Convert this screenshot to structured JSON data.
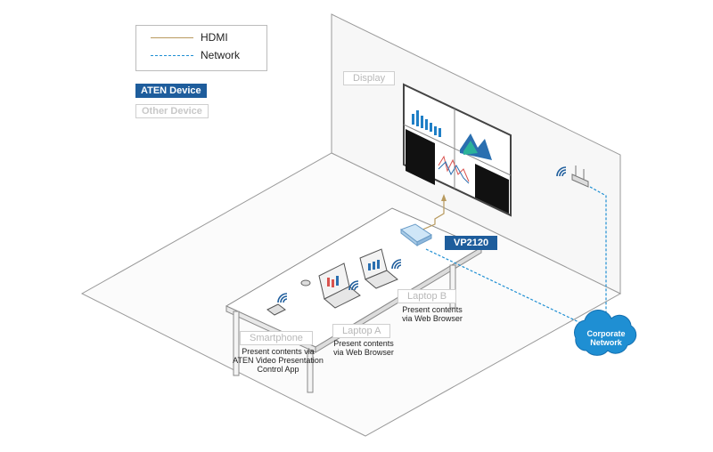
{
  "legend": {
    "hdmi_label": "HDMI",
    "network_label": "Network",
    "hdmi_color": "#b89a5e",
    "network_color": "#1f8fd3"
  },
  "badges": {
    "aten_device": "ATEN Device",
    "other_device": "Other Device",
    "aten_color": "#1e5d9c"
  },
  "labels": {
    "display": "Display",
    "vp2120": "VP2120",
    "laptop_a": "Laptop A",
    "laptop_b": "Laptop B",
    "smartphone": "Smartphone",
    "corporate_network": "Corporate Network"
  },
  "captions": {
    "laptop_a": [
      "Present contents",
      "via Web Browser"
    ],
    "laptop_b": [
      "Present contents",
      "via Web Browser"
    ],
    "smartphone": [
      "Present contents via",
      "ATEN Video Presentation",
      "Control App"
    ]
  }
}
